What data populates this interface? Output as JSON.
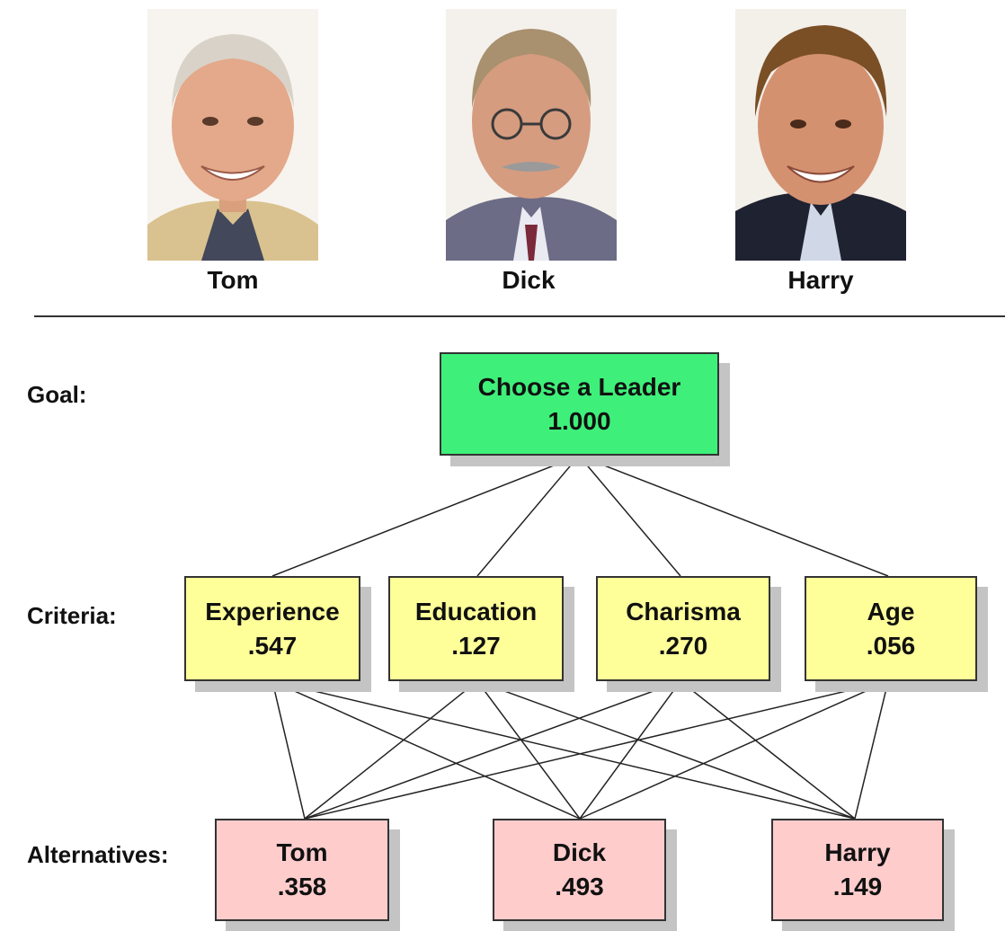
{
  "people": [
    {
      "name": "Tom"
    },
    {
      "name": "Dick"
    },
    {
      "name": "Harry"
    }
  ],
  "labels": {
    "goal": "Goal:",
    "criteria": "Criteria:",
    "alternatives": "Alternatives:"
  },
  "goal": {
    "title": "Choose a Leader",
    "weight": "1.000"
  },
  "criteria": [
    {
      "title": "Experience",
      "weight": ".547"
    },
    {
      "title": "Education",
      "weight": ".127"
    },
    {
      "title": "Charisma",
      "weight": ".270"
    },
    {
      "title": "Age",
      "weight": ".056"
    }
  ],
  "alternatives": [
    {
      "title": "Tom",
      "weight": ".358"
    },
    {
      "title": "Dick",
      "weight": ".493"
    },
    {
      "title": "Harry",
      "weight": ".149"
    }
  ],
  "colors": {
    "goal": "#3ef07a",
    "criteria": "#ffff99",
    "alternatives": "#ffcccc",
    "shadow": "#c4c4c4"
  }
}
